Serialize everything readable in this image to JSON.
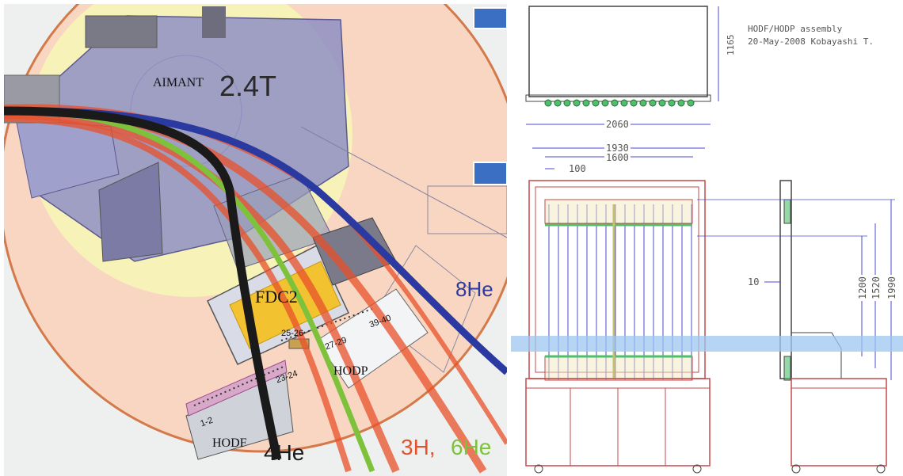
{
  "left_panel": {
    "field_label": "2.4T",
    "magnet_label": "AIMANT",
    "chamber_label": "FDC2",
    "detector_hodp": "HODP",
    "detector_hodf": "HODF",
    "beam_8he": "8He",
    "beam_4he": "4He",
    "beam_3h": "3H,",
    "beam_6he": "6He",
    "bar_range_2526": "25-26",
    "bar_range_2729": "27-29",
    "bar_range_3940": "39-40",
    "bar_range_2324": "23-24",
    "bar_range_12": "1-2",
    "colors": {
      "track_8he": "#2b3aa0",
      "track_4he": "#1a1a1a",
      "track_3h": "#e8502a",
      "track_6he": "#7ec23c",
      "yoke": "#8f8fc4",
      "fdc2": "#f2c230",
      "field_region": "#f6f2b8",
      "chamber": "#f8d6c2"
    }
  },
  "right_panel": {
    "title": "HODF/HODP assembly",
    "date_author": "20-May-2008  Kobayashi T.",
    "dimensions": {
      "top_width": "2060",
      "top_height": "1165",
      "frame_width": "1930",
      "inner_width": "1600",
      "bar_pitch": "100",
      "bar_thickness": "10",
      "bar_height": "1200",
      "frame_mid_height": "1520",
      "frame_height": "1990"
    },
    "colors": {
      "drawing_line": "#4a4acf",
      "frame_red": "#c44a4a",
      "highlight_band": "#9ec7f0",
      "pmt_green": "#4fbf6a"
    }
  }
}
